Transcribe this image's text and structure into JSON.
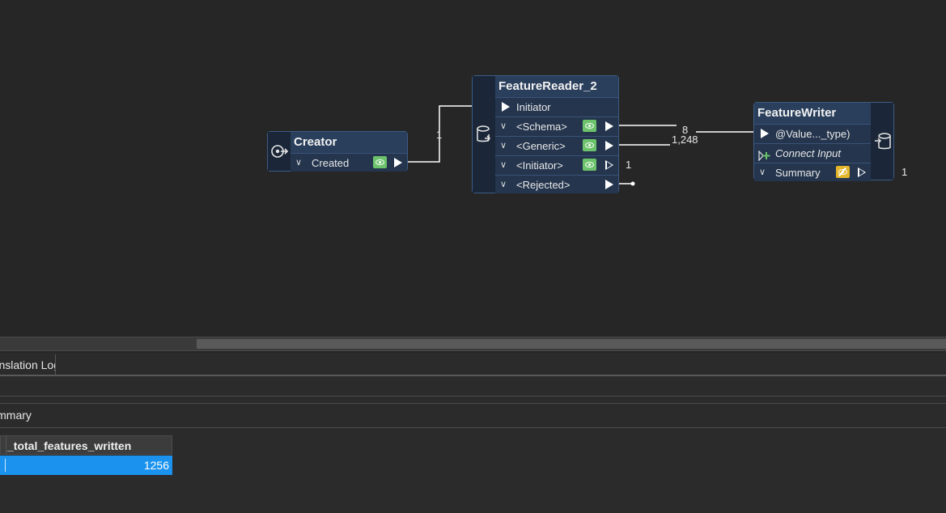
{
  "nodes": {
    "creator": {
      "title": "Creator",
      "port_created": "Created"
    },
    "reader": {
      "title": "FeatureReader_2",
      "port_initiator_in": "Initiator",
      "port_schema": "<Schema>",
      "port_generic": "<Generic>",
      "port_initiator_out": "<Initiator>",
      "port_rejected": "<Rejected>"
    },
    "writer": {
      "title": "FeatureWriter",
      "port_input": "@Value..._type)",
      "connect_input": "Connect Input",
      "port_summary": "Summary"
    }
  },
  "counts": {
    "creator_to_reader": "1",
    "schema_count": "8",
    "generic_count": "1,248",
    "initiator_count": "1",
    "summary_count": "1"
  },
  "panel": {
    "tab_label": "Translation Log",
    "section_label": "Summary",
    "table": {
      "columns": [
        "_total_features_written"
      ],
      "rows": [
        [
          "1256"
        ]
      ]
    }
  },
  "colors": {
    "node_body": "#24354d",
    "node_border": "#3c5c85",
    "eye_active": "#6cc36c",
    "eye_disabled": "#e2b52a",
    "selection": "#1b93ee"
  }
}
